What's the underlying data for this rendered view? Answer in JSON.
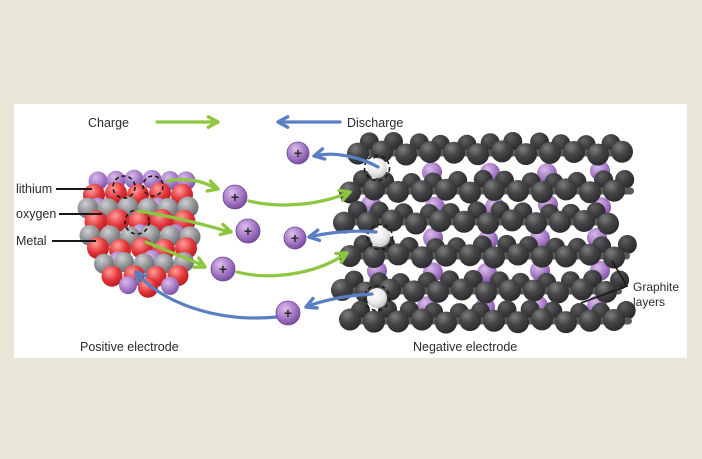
{
  "diagram": {
    "title_semantic": "Lithium-ion battery charge and discharge diagram",
    "legend": {
      "charge": "Charge",
      "discharge": "Discharge"
    },
    "material_labels": {
      "lithium": "lithium",
      "oxygen": "oxygen",
      "metal": "Metal"
    },
    "electrode_captions": {
      "positive": "Positive electrode",
      "negative": "Negative electrode"
    },
    "graphite_callout": {
      "line1": "Graphite",
      "line2": "layers"
    },
    "ion_symbol": "+",
    "colors": {
      "background": "#e9e6d8",
      "panel": "#ffffff",
      "charge_arrow": "#8dc63f",
      "discharge_arrow": "#5a7ec2",
      "lithium_sphere": "#a87cc8",
      "oxygen_sphere": "#e23237",
      "metal_sphere": "#8e9093",
      "graphite_sphere": "#3f3f41",
      "plus_sign": "#111111",
      "text": "#2b2b2b",
      "callout_line": "#1a1a1a"
    }
  }
}
